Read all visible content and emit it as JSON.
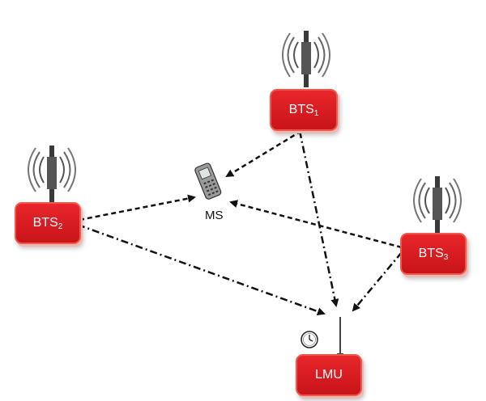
{
  "nodes": {
    "bts1": {
      "base": "BTS",
      "sub": "1"
    },
    "bts2": {
      "base": "BTS",
      "sub": "2"
    },
    "bts3": {
      "base": "BTS",
      "sub": "3"
    },
    "lmu": {
      "label": "LMU"
    },
    "ms": {
      "label": "MS"
    }
  },
  "colors": {
    "box": "#d21c22",
    "box_border": "#ec5a4e",
    "arrow": "#111111",
    "antenna": "#3a3a3a"
  },
  "icons": [
    "antenna-icon",
    "mobile-phone-icon",
    "clock-icon"
  ]
}
